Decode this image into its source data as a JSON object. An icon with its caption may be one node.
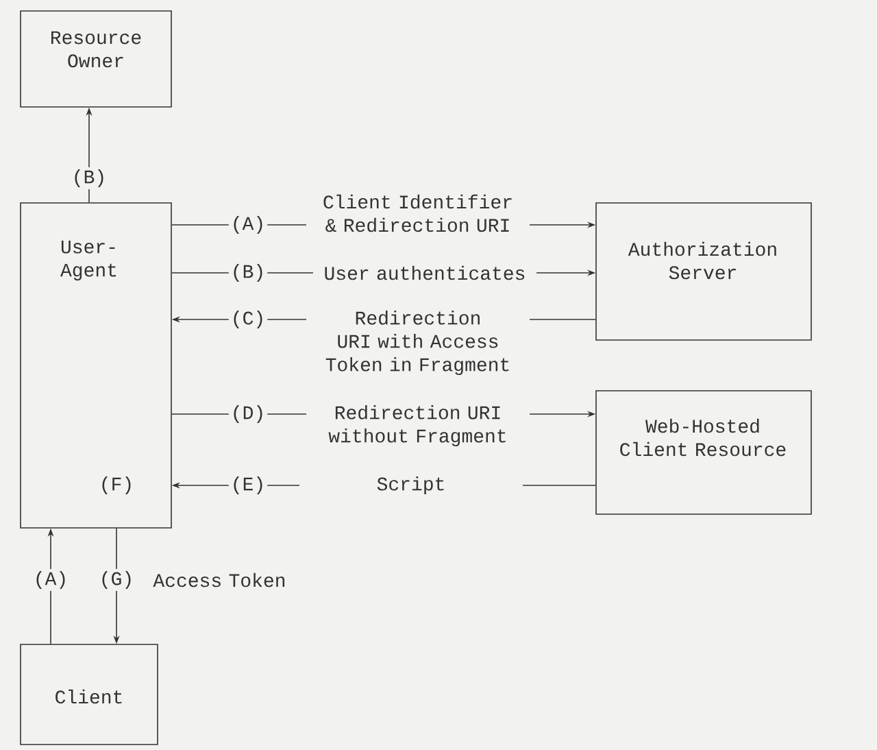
{
  "diagram": {
    "nodes": [
      {
        "text": [
          "Resource Owner"
        ]
      },
      {
        "text": [
          "User-Agent",
          "(F)"
        ]
      },
      {
        "text": [
          "Authorization Server"
        ]
      },
      {
        "text": [
          "Web-Hosted Client Resource"
        ]
      },
      {
        "text": [
          "Client"
        ]
      }
    ],
    "edges": [
      {
        "from": 1,
        "to": 0,
        "arrow": "to",
        "label": "(B)"
      },
      {
        "from": 1,
        "to": 2,
        "arrow": "to",
        "label": "(A)"
      },
      {
        "from": 1,
        "to": 2,
        "arrow": "to",
        "label": "(B)"
      },
      {
        "from": 2,
        "to": 1,
        "arrow": "to",
        "label": "(C)"
      },
      {
        "from": 1,
        "to": 3,
        "arrow": "to",
        "label": "(D)"
      },
      {
        "from": 3,
        "to": 1,
        "arrow": "to",
        "label": "(E)"
      },
      {
        "from": 4,
        "to": 1,
        "arrow": "to",
        "label": "(A)"
      },
      {
        "from": 1,
        "to": 4,
        "arrow": "to",
        "label": "(G)"
      }
    ],
    "labels": [
      "Client Identifier & Redirection URI",
      "User authenticates",
      "Redirection URI with Access Token in Fragment",
      "Redirection URI without Fragment",
      "Script",
      "Access Token"
    ]
  }
}
